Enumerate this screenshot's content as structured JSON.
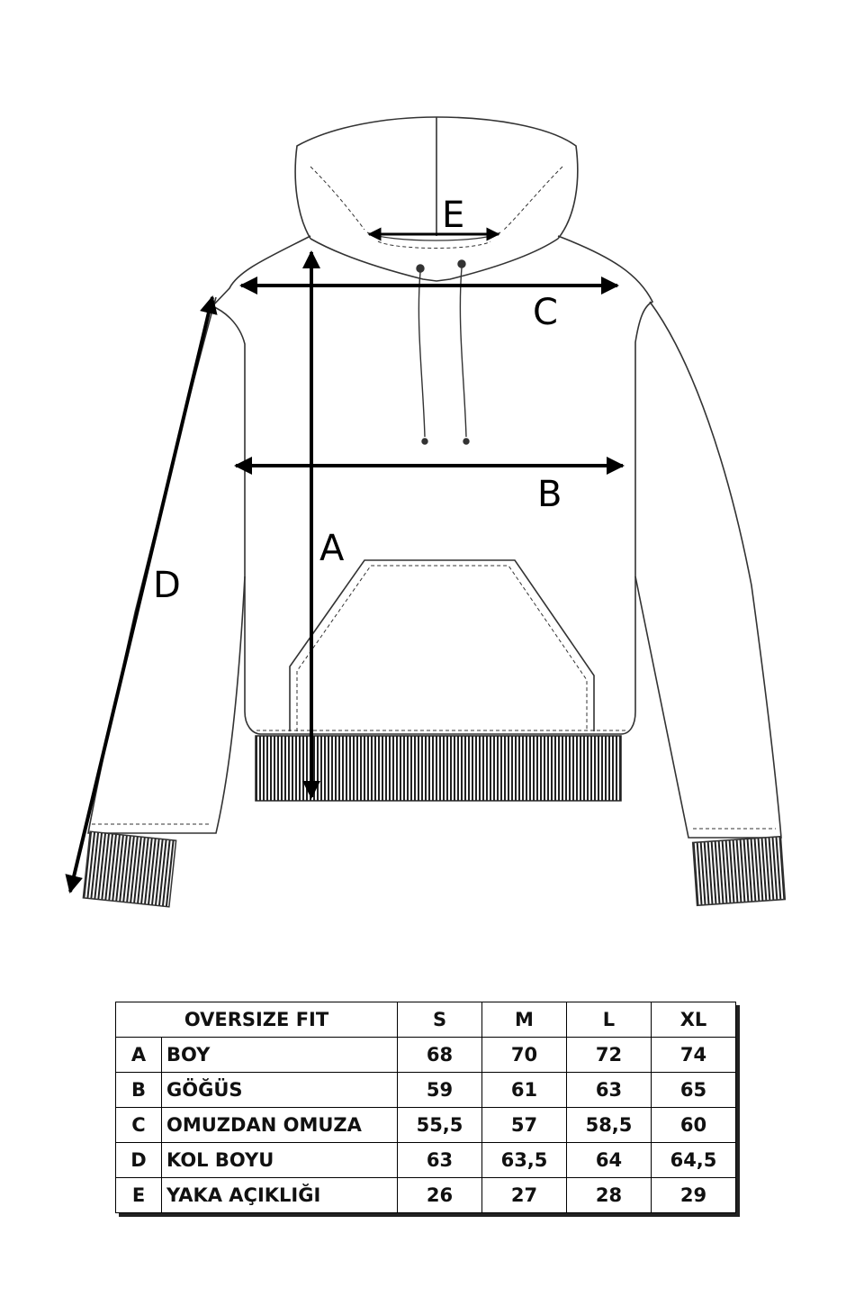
{
  "diagram": {
    "labels": {
      "A": "A",
      "B": "B",
      "C": "C",
      "D": "D",
      "E": "E"
    }
  },
  "table": {
    "fit_title": "OVERSIZE FIT",
    "sizes": [
      "S",
      "M",
      "L",
      "XL"
    ],
    "rows": [
      {
        "letter": "A",
        "name": "BOY",
        "values": [
          "68",
          "70",
          "72",
          "74"
        ]
      },
      {
        "letter": "B",
        "name": "GÖĞÜS",
        "values": [
          "59",
          "61",
          "63",
          "65"
        ]
      },
      {
        "letter": "C",
        "name": "OMUZDAN OMUZA",
        "values": [
          "55,5",
          "57",
          "58,5",
          "60"
        ]
      },
      {
        "letter": "D",
        "name": "KOL BOYU",
        "values": [
          "63",
          "63,5",
          "64",
          "64,5"
        ]
      },
      {
        "letter": "E",
        "name": "YAKA AÇIKLIĞI",
        "values": [
          "26",
          "27",
          "28",
          "29"
        ]
      }
    ]
  }
}
